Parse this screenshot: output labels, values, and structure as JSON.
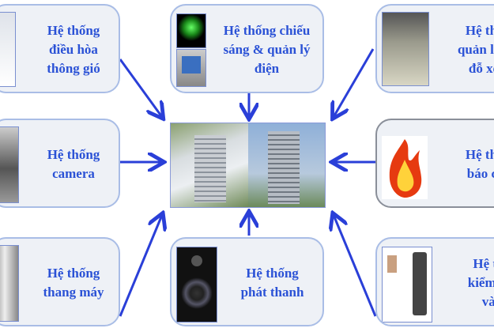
{
  "center": {
    "label": "building-photos"
  },
  "systems": [
    {
      "id": "hvac",
      "lines": [
        "Hệ thống",
        "điều hòa",
        "thông gió"
      ]
    },
    {
      "id": "lighting",
      "lines": [
        "Hệ thống chiếu",
        "sáng & quản lý",
        "điện"
      ]
    },
    {
      "id": "parking",
      "lines": [
        "Hệ thốn",
        "quản lý b",
        "đỗ xe"
      ]
    },
    {
      "id": "camera",
      "lines": [
        "Hệ thống",
        "camera"
      ]
    },
    {
      "id": "fire",
      "lines": [
        "Hệ thốn",
        "báo chá"
      ]
    },
    {
      "id": "elevator",
      "lines": [
        "Hệ thống",
        "thang máy"
      ]
    },
    {
      "id": "pa",
      "lines": [
        "Hệ thống",
        "phát thanh"
      ]
    },
    {
      "id": "access",
      "lines": [
        "Hệ thố",
        "kiểm so",
        "vào r"
      ]
    }
  ],
  "colors": {
    "text": "#2b52d6",
    "arrow": "#2a3fd8",
    "box": "#eef1f6"
  }
}
